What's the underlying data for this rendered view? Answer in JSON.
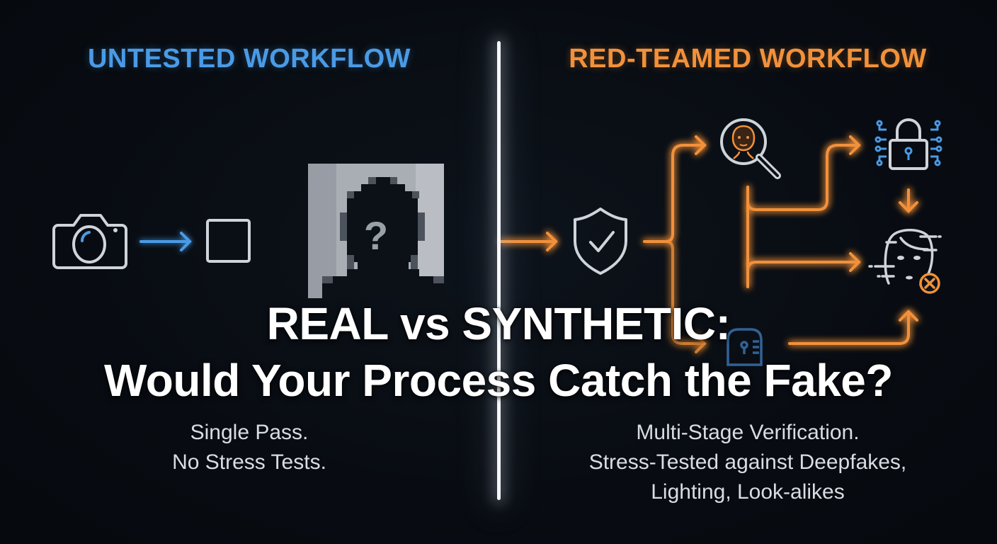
{
  "left_panel": {
    "heading": "UNTESTED WORKFLOW",
    "accent_color": "#4a9be6",
    "steps": [
      {
        "icon": "camera-icon"
      },
      {
        "icon": "blank-frame-icon"
      },
      {
        "icon": "pixelated-unknown-person-icon",
        "glyph": "?"
      }
    ],
    "subtitle": [
      "Single Pass.",
      "No Stress Tests."
    ]
  },
  "right_panel": {
    "heading": "RED-TEAMED WORKFLOW",
    "accent_color": "#f2913a",
    "steps": [
      {
        "icon": "shield-check-icon"
      },
      {
        "icon": "face-magnifier-icon"
      },
      {
        "icon": "circuit-lock-icon"
      },
      {
        "icon": "face-scan-reject-icon"
      },
      {
        "icon": "document-lock-icon"
      }
    ],
    "subtitle": [
      "Multi-Stage Verification.",
      "Stress-Tested against Deepfakes,",
      "Lighting, Look-alikes"
    ]
  },
  "title": {
    "line1": "REAL vs SYNTHETIC:",
    "line2": "Would Your Process Catch the Fake?"
  },
  "colors": {
    "background": "#080c12",
    "divider": "#f4f6f8",
    "icon_stroke": "#cfd4da",
    "blue": "#4a9be6",
    "orange": "#f2913a"
  }
}
